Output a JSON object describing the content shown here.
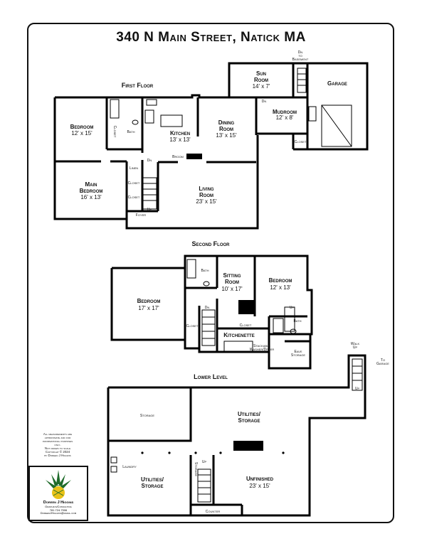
{
  "title": "340 N Main Street, Natick MA",
  "floors": {
    "first": "First Floor",
    "second": "Second Floor",
    "lower": "Lower Level"
  },
  "first_floor": {
    "bedroom": {
      "name": "Bedroom",
      "dim": "12' x 15'"
    },
    "main_bedroom": {
      "name": "Main",
      "name2": "Bedroom",
      "dim": "16' x 13'"
    },
    "closet1": "Closet",
    "bath": "Bath",
    "linen": "Linen",
    "closet2": "Closet",
    "closet3": "Closet",
    "foyer": "Foyer",
    "kitchen": {
      "name": "Kitchen",
      "dim": "13' x 13'"
    },
    "broom": "Broom",
    "dn": "Dn",
    "up": "Up",
    "living": {
      "name": "Living",
      "name2": "Room",
      "dim": "23' x 15'"
    },
    "dining": {
      "name": "Dining",
      "name2": "Room",
      "dim": "13' x 15'"
    },
    "sun": {
      "name": "Sun",
      "name2": "Room",
      "dim": "14' x 7'"
    },
    "dn_sun": "Dn",
    "dn_basement": {
      "l1": "Dn",
      "l2": "to",
      "l3": "Basement"
    },
    "mudroom": {
      "name": "Mudroom",
      "dim": "12' x 8'"
    },
    "closet4": "Closet",
    "garage": "Garage"
  },
  "second_floor": {
    "bedroom_left": {
      "name": "Bedroom",
      "dim": "17' x 17'"
    },
    "closet_left": "Closet",
    "bath_top": "Bath",
    "sitting": {
      "name": "Sitting",
      "name2": "Room",
      "dim": "10' x 17'"
    },
    "bedroom_right": {
      "name": "Bedroom",
      "dim": "12' x 13'"
    },
    "dn": "Dn",
    "up": "Up",
    "closet_mid": "Closet",
    "bath_right": "Bath",
    "kitchenette": "Kitchenette",
    "stackable": {
      "l1": "Stackable",
      "l2": "Washer/Dryer"
    },
    "eave": {
      "l1": "Eave",
      "l2": "Storage"
    }
  },
  "lower_level": {
    "storage": "Storage",
    "utilities_top": {
      "name": "Utilities/",
      "name2": "Storage"
    },
    "laundry": "Laundry",
    "utilities_left": {
      "name": "Utilities/",
      "name2": "Storage"
    },
    "storage_stair": "Storage",
    "unfinished": {
      "name": "Unfinished",
      "dim": "23' x 15'"
    },
    "up": "Up",
    "counter": "Counter",
    "walk_up": {
      "l1": "Walk",
      "l2": "Up"
    },
    "to_garage": {
      "l1": "To",
      "l2": "Garage"
    },
    "up_stair": "Up"
  },
  "disclaimer": [
    "All measurements are",
    "approximate and for",
    "informational purposes",
    "only.",
    "Not drawn to scale",
    "Copyright © 2024",
    "by Doreen J Higgins"
  ],
  "logo": {
    "name": "Doreen J Higgins",
    "line1": "Graphics/Consulting",
    "line2": "781.724.7906",
    "line3": "DoreenJHiggins@gmail.com"
  },
  "colors": {
    "ink": "#111111",
    "background": "#ffffff",
    "logo_green": "#1f6b2a",
    "logo_yellow": "#e9c217"
  }
}
